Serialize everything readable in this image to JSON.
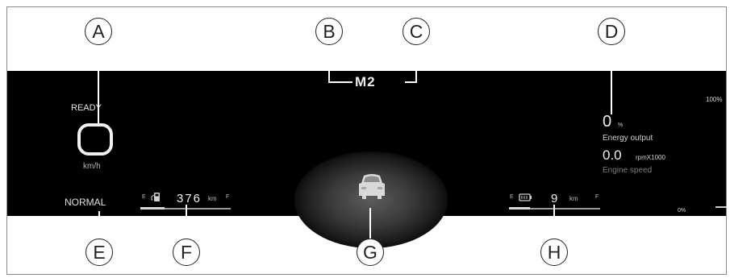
{
  "callouts": [
    "A",
    "B",
    "C",
    "D",
    "E",
    "F",
    "G",
    "H"
  ],
  "speedometer": {
    "ready_label": "READY",
    "speed_unit": "km/h"
  },
  "drive_mode": "NORMAL",
  "gear": "M2",
  "energy": {
    "value": "0",
    "unit": "%",
    "label": "Energy output"
  },
  "engine": {
    "value": "0.0",
    "unit": "rpmX1000",
    "label": "Engine speed"
  },
  "gauge_scale": {
    "top": "100%",
    "bottom": "0%"
  },
  "fuel": {
    "empty": "E",
    "full": "F",
    "value": "376",
    "unit": "km",
    "icon": "fuel-pump-icon"
  },
  "battery": {
    "empty": "E",
    "full": "F",
    "value": "9",
    "unit": "km",
    "icon": "battery-icon"
  },
  "vehicle_icon": "car-icon",
  "colors": {
    "background": "#000000",
    "text": "#e6e6e6",
    "frame": "#ffffff"
  }
}
